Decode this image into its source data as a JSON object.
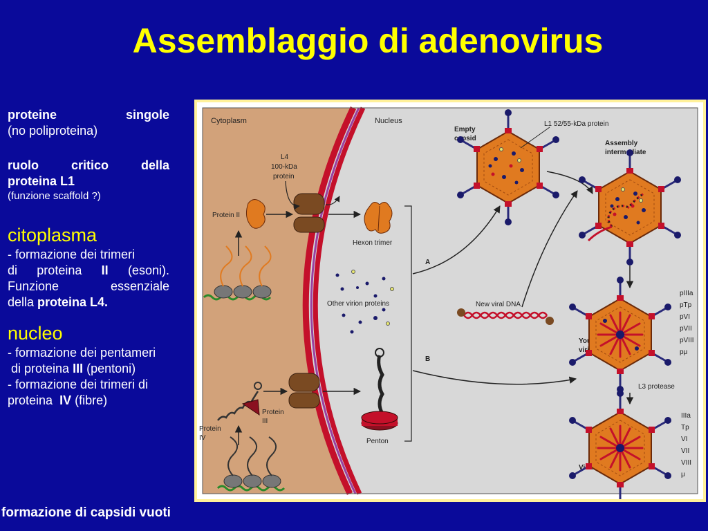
{
  "title": "Assemblaggio di adenovirus",
  "left": {
    "p1_word1": "proteine",
    "p1_word2": "singole",
    "p1_line2": "(no  poliproteina)",
    "p2_line1_w1": "ruolo",
    "p2_line1_w2": "critico",
    "p2_line1_w3": "della",
    "p2_line2": "proteina L1",
    "p2_line3": "(funzione scaffold ?)",
    "cyto_heading": "citoplasma",
    "cyto_l1": "- formazione dei trimeri",
    "cyto_l2_a": "di",
    "cyto_l2_b": "proteina",
    "cyto_l2_c": "II",
    "cyto_l2_d": "(esoni).",
    "cyto_l3_a": "Funzione",
    "cyto_l3_b": "essenziale",
    "cyto_l4_a": "della",
    "cyto_l4_b": "proteina L4.",
    "nucleo_heading": "nucleo",
    "nuc_l1": "- formazione dei pentameri",
    "nuc_l2_a": " di proteina ",
    "nuc_l2_b": "III",
    "nuc_l2_c": " (pentoni)",
    "nuc_l3": "- formazione dei trimeri di",
    "nuc_l4_a": "proteina  ",
    "nuc_l4_b": "IV",
    "nuc_l4_c": " (fibre)"
  },
  "footer": "formazione di capsidi vuoti",
  "diagram": {
    "cytoplasm": "Cytoplasm",
    "nucleus": "Nucleus",
    "l4_line1": "L4",
    "l4_line2": "100-kDa",
    "l4_line3": "protein",
    "protein_ii": "Protein  II",
    "hexon_trimer": "Hexon trimer",
    "other_virion": "Other  virion  proteins",
    "new_viral_dna": "New  viral  DNA",
    "label_a": "A",
    "label_b": "B",
    "empty_capsid_1": "Empty",
    "empty_capsid_2": "capsid",
    "l1_protein": "L1  52/55-kDa  protein",
    "assembly_1": "Assembly",
    "assembly_2": "intermediate",
    "young_1": "Young",
    "young_2": "virion",
    "l3_protease": "L3  protease",
    "virion": "Virion",
    "protein_iii_1": "Protein",
    "protein_iii_2": "III",
    "protein_iv_1": "Protein",
    "protein_iv_2": "IV",
    "penton": "Penton",
    "young_proteins": [
      "pIIIa",
      "pTp",
      "pVI",
      "pVII",
      "pVIII",
      "pμ"
    ],
    "virion_proteins": [
      "IIIa",
      "Tp",
      "VI",
      "VII",
      "VIII",
      "μ"
    ]
  },
  "colors": {
    "background": "#0a0a9a",
    "title": "#ffff00",
    "cytoplasm": "#d2a27a",
    "nucleus": "#d8d8d8",
    "capsid": "#e07a20",
    "membrane": "#c4102a"
  }
}
